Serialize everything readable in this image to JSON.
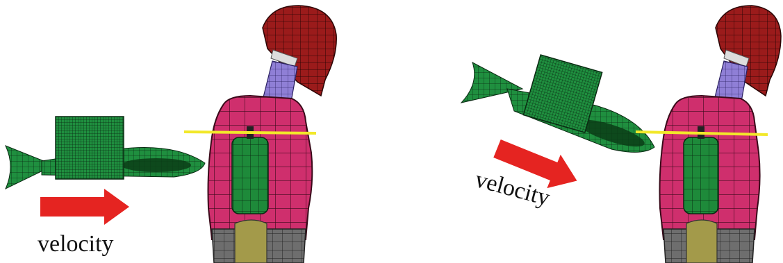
{
  "panels": [
    {
      "id": "left",
      "velocity_label": "velocity",
      "arrow_orientation": "horizontal"
    },
    {
      "id": "right",
      "velocity_label": "velocity",
      "arrow_orientation": "inclined-downward"
    }
  ],
  "colors": {
    "projectile": "#1f8f3f",
    "projectile_dark": "#0b3d16",
    "mesh_line": "#0a2a12",
    "head": "#9b1b1b",
    "neck": "#8f7fd6",
    "torso": "#cf2f6d",
    "torso_edge": "#3a0a1a",
    "inner_green": "#1e8a3a",
    "lower_gray": "#6e6e6e",
    "lower_olive": "#a39a4a",
    "arrow": "#e52421",
    "reference_line": "#f2e82a"
  },
  "icons": {
    "arrow": "right-arrow-icon"
  }
}
